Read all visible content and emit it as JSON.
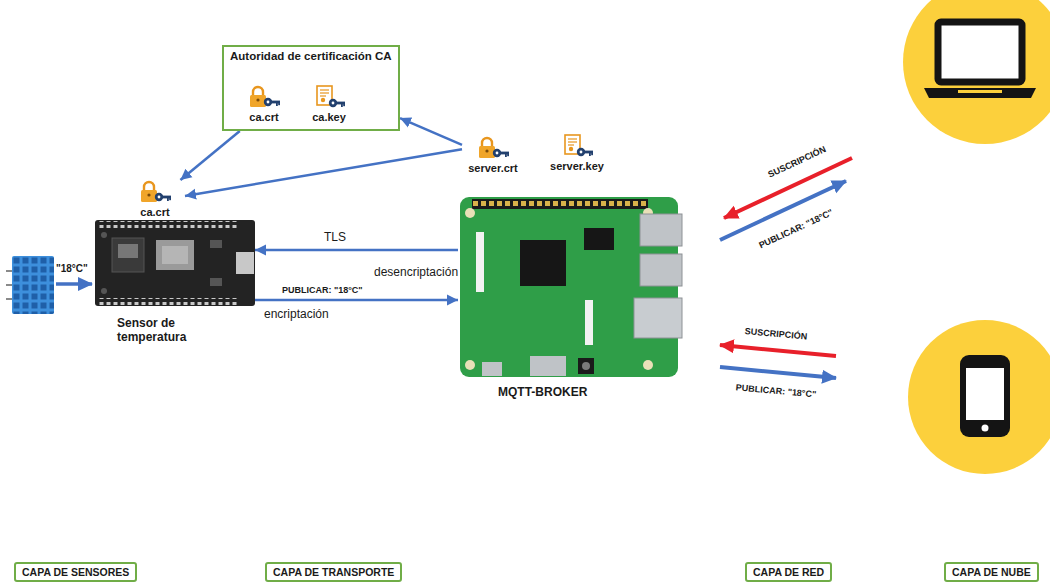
{
  "diagram": {
    "nodes": [
      {
        "text": [
          "Autoridad de certificación CA"
        ]
      },
      {
        "text": [
          "ca.crt"
        ],
        "in": 0
      },
      {
        "text": [
          "ca.key"
        ],
        "in": 0
      },
      {
        "text": [
          "ca.crt"
        ]
      },
      {
        "text": [
          "Sensor de temperatura"
        ]
      },
      {
        "text": [
          "server.crt"
        ]
      },
      {
        "text": [
          "server.key"
        ]
      },
      {
        "text": [
          "MQTT-BROKER"
        ]
      },
      {
        "text": [
          "CAPA DE SENSORES"
        ]
      },
      {
        "text": [
          "CAPA DE TRANSPORTE"
        ]
      },
      {
        "text": [
          "CAPA DE RED"
        ]
      },
      {
        "text": [
          "CAPA DE NUBE"
        ]
      }
    ],
    "edges": [
      {
        "from": 5,
        "to": 0,
        "arrow": "to"
      },
      {
        "from": 5,
        "to": 3,
        "arrow": "to"
      },
      {
        "from": 0,
        "to": 3,
        "arrow": "to"
      },
      {
        "from": 7,
        "to": 4,
        "label": "TLS",
        "arrow": "to"
      },
      {
        "from": 4,
        "to": 7,
        "label": "PUBLICAR: \"18°C\"",
        "arrow": "to"
      }
    ],
    "labels": [
      "\"18°C\"",
      "encriptación",
      "desencriptación",
      "SUSCRIPCIÓN",
      "PUBLICAR: \"18°C\"",
      "SUSCRIPCIÓN",
      "PUBLICAR: \"18°C\""
    ]
  }
}
